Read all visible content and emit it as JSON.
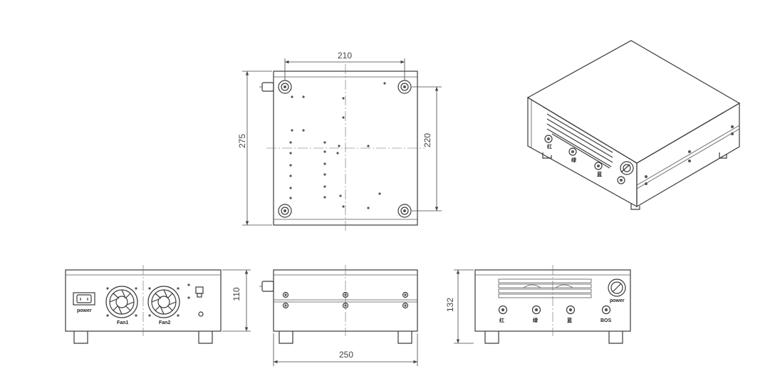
{
  "dimensions": {
    "top_width": "210",
    "top_depth": "275",
    "top_inner": "220",
    "front_height": "110",
    "side_width": "250",
    "rear_height": "132"
  },
  "front_labels": {
    "power": "power",
    "fan1": "Fan1",
    "fan2": "Fan2"
  },
  "rear_labels": {
    "power": "power",
    "port1": "红",
    "port2": "绿",
    "port3": "蓝",
    "port4": "BOS"
  },
  "iso_labels": {
    "port1": "红",
    "port2": "绿",
    "port3": "蓝",
    "power": "power"
  },
  "colors": {
    "line": "#3a3a3a",
    "background": "#ffffff"
  }
}
